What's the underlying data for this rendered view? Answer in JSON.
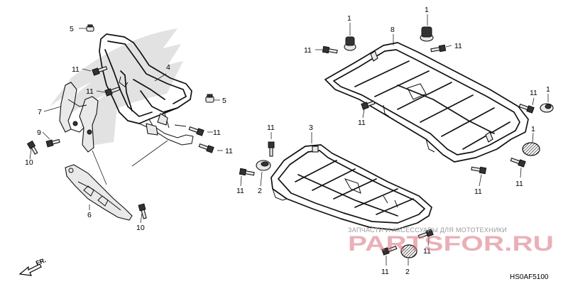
{
  "labels": {
    "p1": "1",
    "p2": "2",
    "p3": "3",
    "p4": "4",
    "p5": "5",
    "p6": "6",
    "p7": "7",
    "p8": "8",
    "p9": "9",
    "p10": "10",
    "p11": "11"
  },
  "direction_marker": {
    "text": "FR.",
    "icon": "front-direction-arrow-icon"
  },
  "diagram_code": "HS0AF5100",
  "watermark": {
    "brand": "PARTSFOR.RU",
    "tagline": "ЗАПЧАСТИ И АКСЕССУАРЫ ДЛЯ МОТОТЕХНИКИ",
    "logo": "honda-wing-logo"
  }
}
